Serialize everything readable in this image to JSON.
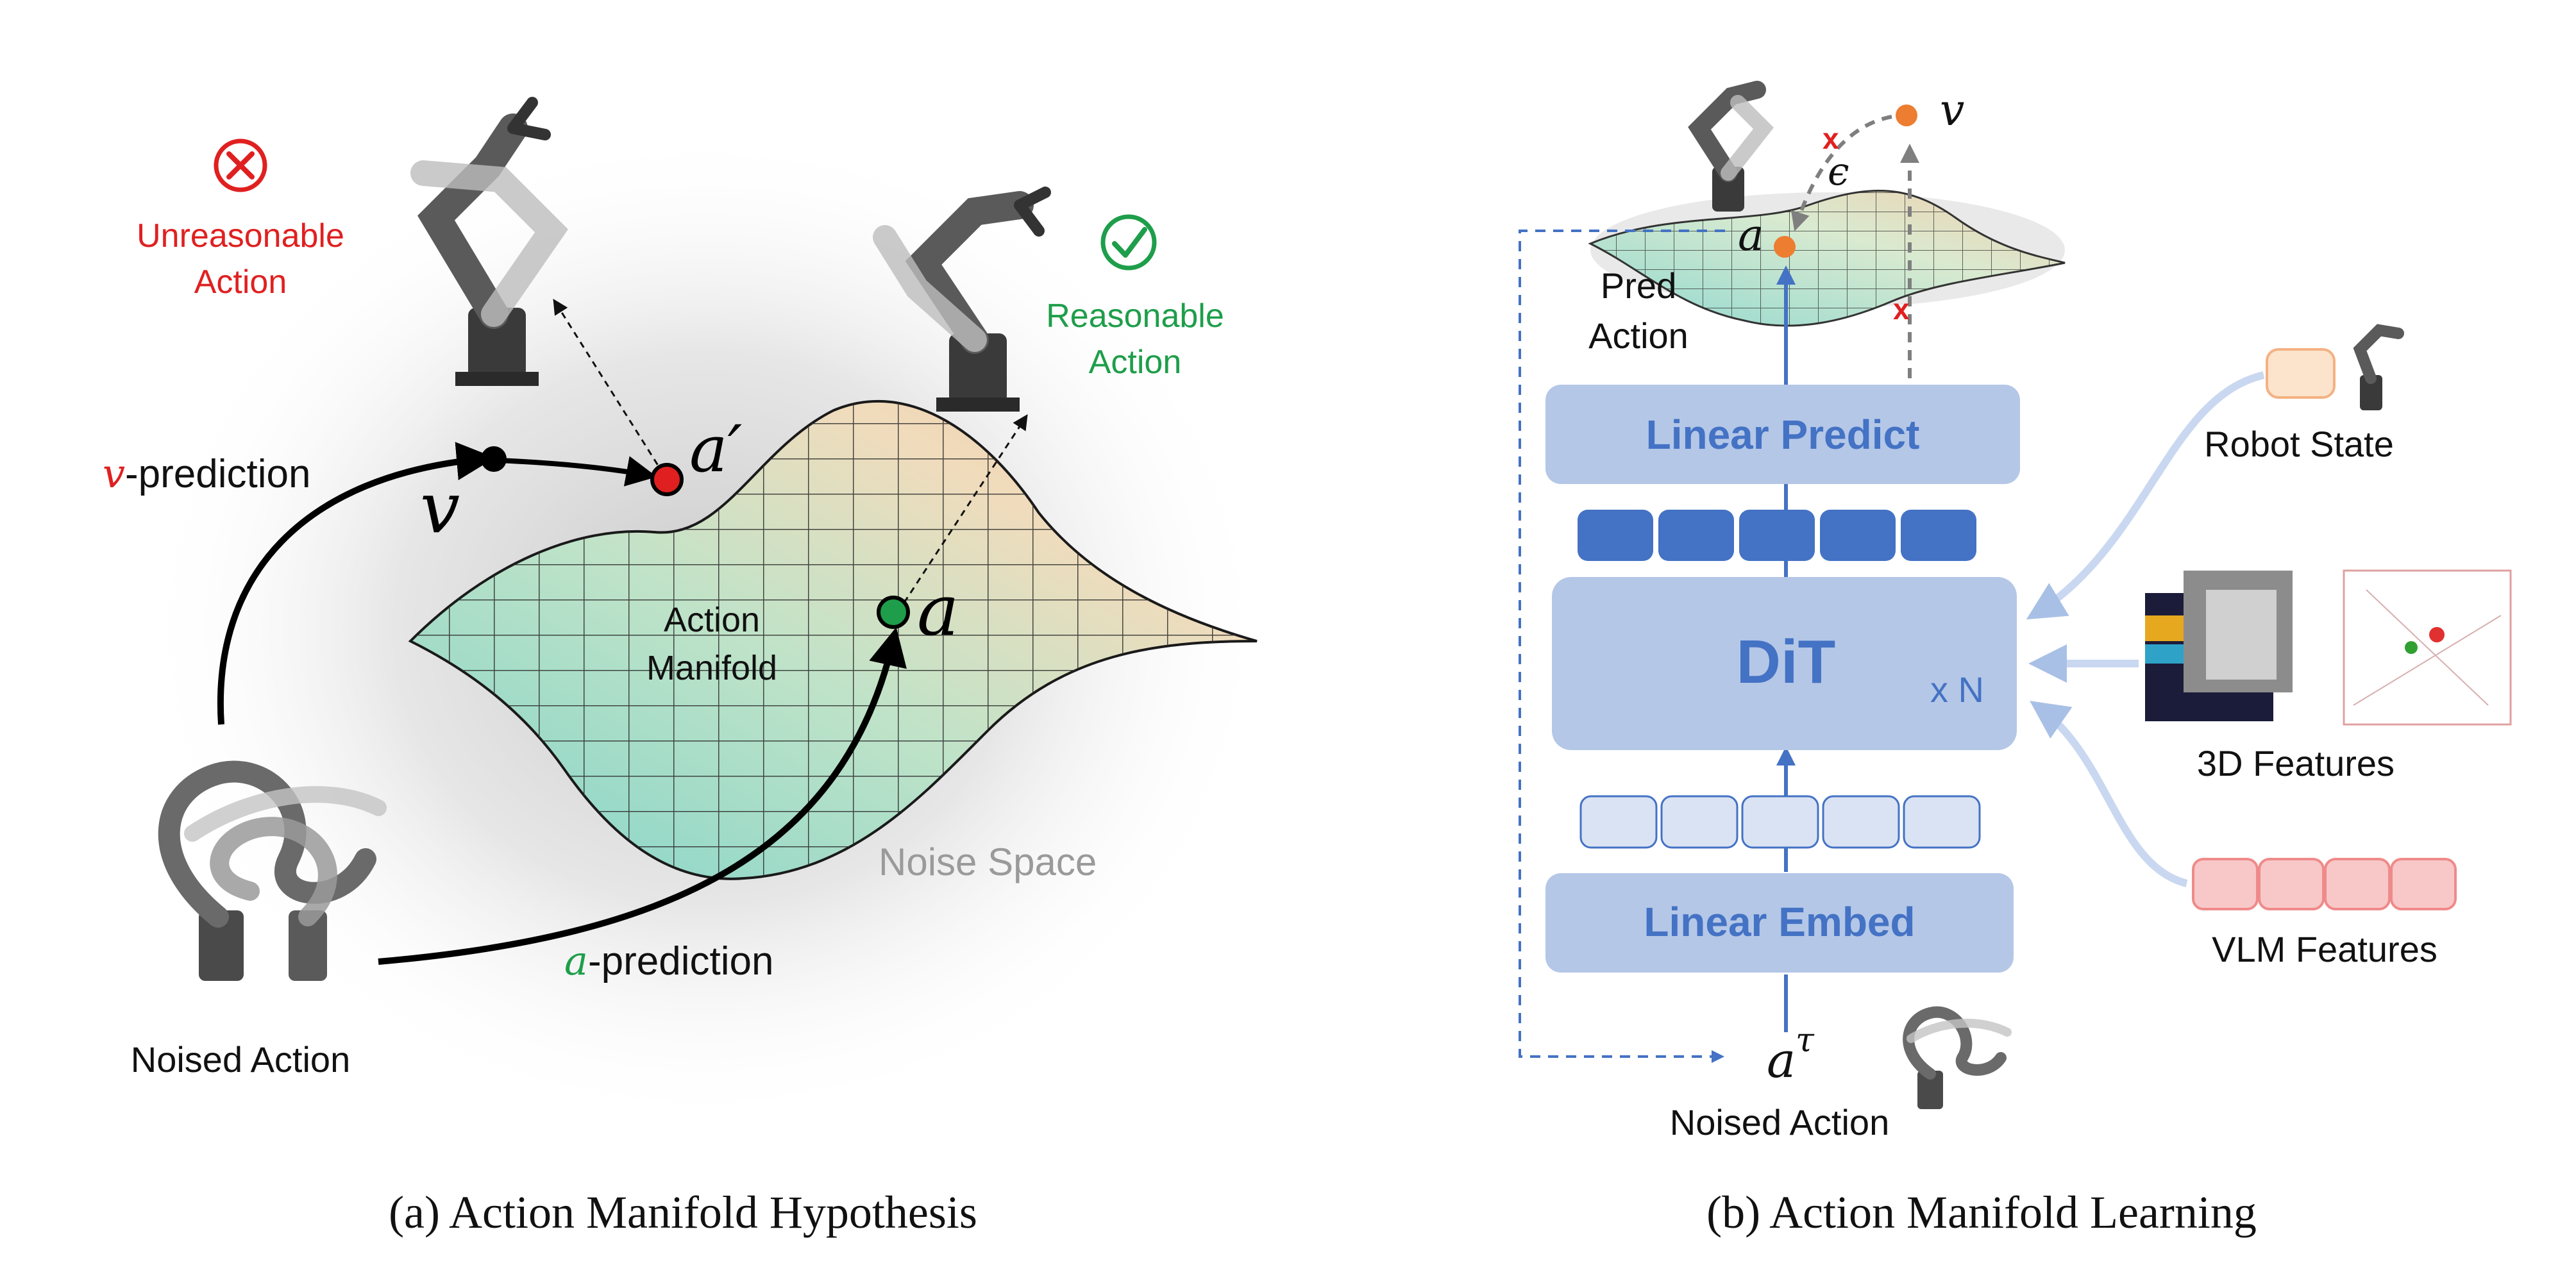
{
  "panel_a": {
    "caption": "(a) Action Manifold Hypothesis",
    "unreasonable_label_line1": "Unreasonable",
    "unreasonable_label_line2": "Action",
    "reasonable_label_line1": "Reasonable",
    "reasonable_label_line2": "Action",
    "v_prediction_sym": "v",
    "v_prediction_text": "-prediction",
    "a_prediction_sym": "a",
    "a_prediction_text": "-prediction",
    "v_point_label": "v",
    "a_prime_label": "a′",
    "a_label": "a",
    "manifold_label_line1": "Action",
    "manifold_label_line2": "Manifold",
    "noise_space_label": "Noise Space",
    "noised_action_label": "Noised Action",
    "colors": {
      "bad": "#e02020",
      "good": "#1e9e4a",
      "noise_label": "#9a9a9a"
    }
  },
  "panel_b": {
    "caption": "(b) Action Manifold Learning",
    "linear_predict": "Linear Predict",
    "dit": "DiT",
    "dit_repeat": "x N",
    "linear_embed": "Linear Embed",
    "pred_action_line1": "Pred",
    "pred_action_line2": "Action",
    "a_label": "a",
    "v_label": "v",
    "epsilon_label": "ϵ",
    "cross_mark": "x",
    "a_tau_label": "a",
    "tau_label": "τ",
    "noised_action_label": "Noised Action",
    "robot_state_label": "Robot State",
    "features_3d_label": "3D Features",
    "vlm_features_label": "VLM Features",
    "colors": {
      "block": "#b4c7e7",
      "block_text": "#4472c4",
      "token_dark": "#4472c4",
      "token_light": "#dae3f3",
      "orange": "#ed7d31",
      "vlm": "#f4a6a6"
    }
  }
}
